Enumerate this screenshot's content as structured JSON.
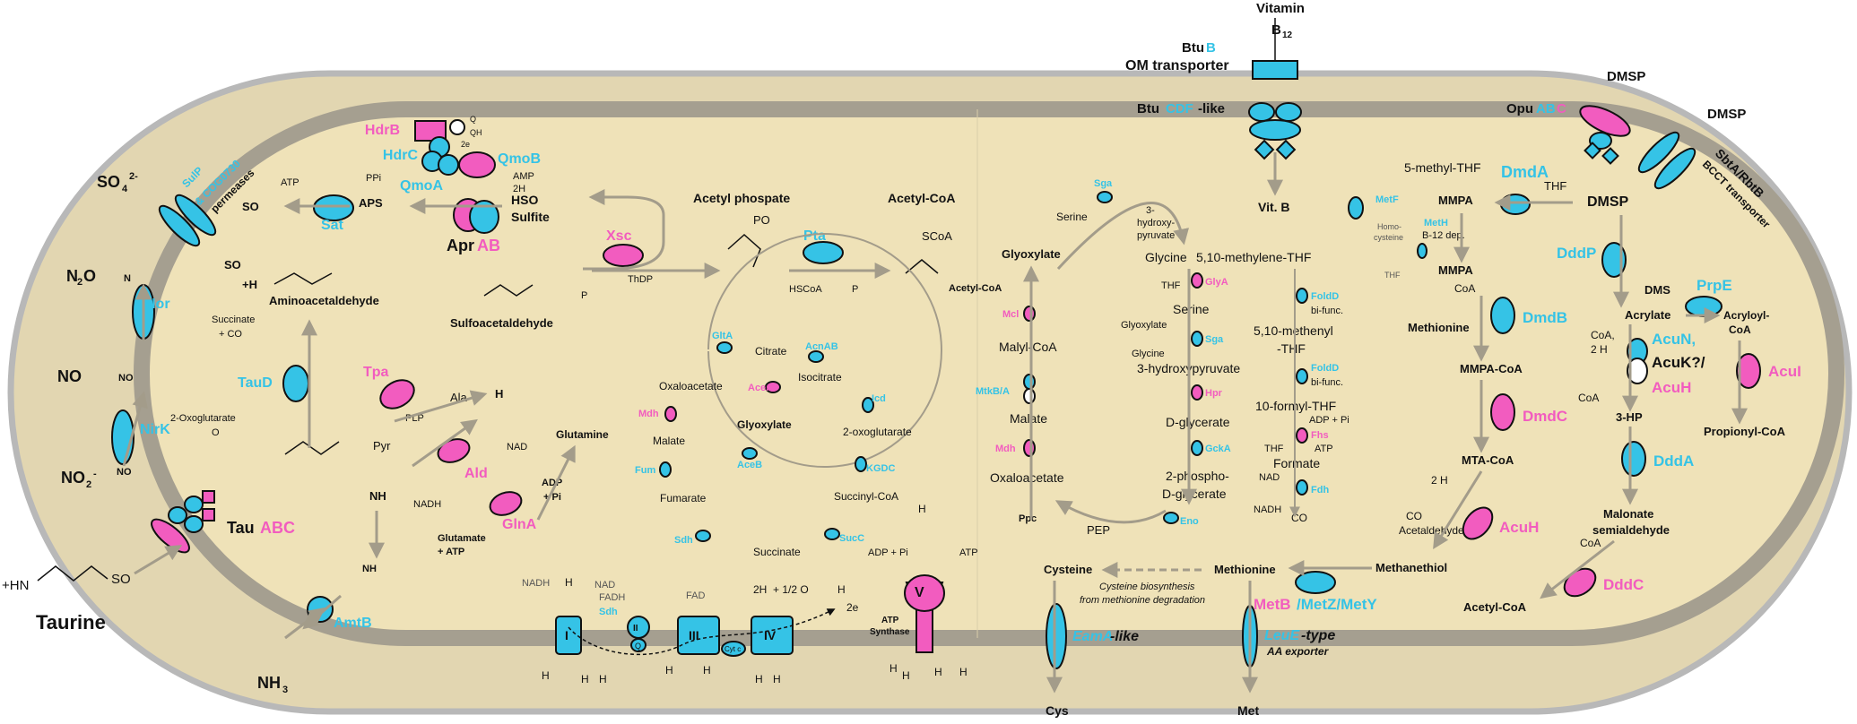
{
  "colors": {
    "cyan": "#35c3e6",
    "magenta": "#f25cbf",
    "membrane": "#a59f90",
    "cytoplasm": "#efe2b8",
    "outer": "#e3d7b2"
  },
  "outside": {
    "vitamin": "Vitamin",
    "b12_top": "B",
    "b12_sub": "12",
    "btub_a": "Btu",
    "btub_b": "B",
    "om_transporter": "OM transporter",
    "dmsp_top": "DMSP",
    "dmsp_right": "DMSP",
    "so4": "SO",
    "so4_sub": "4",
    "so4_sup": "2-",
    "n2o": "N",
    "n2o_sub": "2",
    "n2o_o": "O",
    "no": "NO",
    "no2": "NO",
    "no2_sub": "2",
    "no2_sup": "-",
    "nh3": "NH",
    "nh3_sub": "3",
    "taurine_label": "Taurine",
    "taurine_hn3": "+HN",
    "taurine_so3": "SO",
    "cys": "Cys",
    "met": "Met"
  },
  "transporters": {
    "sulp": "SulP",
    "cog": "& COG0730",
    "permeases": "permeases",
    "btucdf_a": "Btu",
    "btucdf_b": "CDF",
    "btucdf_c": "-like",
    "opu_a": "Opu",
    "opu_b": "AB",
    "opu_c": "C",
    "sbta": "SbtA/RbtB",
    "bcct": "BCCT transporter",
    "tau_a": "Tau",
    "tau_b": "ABC",
    "amtb": "AmtB",
    "eama": "EamA",
    "eama_like": "-like",
    "leue": "LeuE",
    "leue_type": "-type",
    "aa_exporter": "AA exporter",
    "atp_synthase_1": "ATP",
    "atp_synthase_2": "Synthase"
  },
  "sulfur": {
    "hdrb": "HdrB",
    "hdrc": "HdrC",
    "qmoa": "QmoA",
    "qmob": "QmoB",
    "apr_a": "Apr",
    "apr_b": "AB",
    "sat": "Sat",
    "aps": "APS",
    "ppi": "PPi",
    "atp": "ATP",
    "so4_in": "SO",
    "amp": "AMP",
    "two_h": "2H",
    "q": "Q",
    "qh2": "QH",
    "two_e": "2e",
    "hso3": "HSO",
    "sulfite": "Sulfite",
    "xsc": "Xsc",
    "thdp": "ThDP",
    "pi": "P",
    "aminoacetaldehyde": "Aminoacetaldehyde",
    "h3n_plus": "+H",
    "sulfoacetaldehyde": "Sulfoacetaldehyde",
    "acetyl_phosphate": "Acetyl phospate",
    "po3": "PO",
    "pta": "Pta",
    "hscoa": "HSCoA",
    "acetyl_coa": "Acetyl-CoA",
    "scoa": "SCoA",
    "acetyl_coa_small": "Acetyl-CoA"
  },
  "taurine_path": {
    "succinate": "Succinate",
    "co2": "+ CO",
    "taud": "TauD",
    "oxoglutarate": "2-Oxoglutarate",
    "o2": "O",
    "tpa": "Tpa",
    "plp": "PLP",
    "ala": "Ala",
    "pyr": "Pyr",
    "h2o": "H",
    "ald": "Ald",
    "nad": "NAD",
    "nadh": "NADH",
    "nh3": "NH",
    "glutamine": "Glutamine",
    "glna": "GlnA",
    "adp_pi_1": "ADP",
    "adp_pi_2": "+ Pi",
    "glutamate": "Glutamate",
    "atp_plus": "+ ATP",
    "nh3_low": "NH",
    "nor": "Nor",
    "nirk": "NirK",
    "n2o_in": "N",
    "no_in": "NO",
    "no2_in": "NO"
  },
  "tca": {
    "glta": "GltA",
    "citrate": "Citrate",
    "acnab": "AcnAB",
    "isocitrate": "Isocitrate",
    "oxaloacetate": "Oxaloacetate",
    "acea": "AceA",
    "icd": "Icd",
    "mdh": "Mdh",
    "glyoxylate": "Glyoxylate",
    "malate": "Malate",
    "oxoglutarate": "2-oxoglutarate",
    "aceb": "AceB",
    "fum": "Fum",
    "kgdc": "KGDC",
    "fumarate": "Fumarate",
    "succinyl_coa": "Succinyl-CoA",
    "sdh": "Sdh",
    "succ": "SucC",
    "succinate": "Succinate"
  },
  "etc": {
    "nadh": "NADH",
    "h_plus": "H",
    "nad": "NAD",
    "fadh2": "FADH",
    "sdh": "Sdh",
    "fad": "FAD",
    "two_h_o2": "2H",
    "half_o2": "+ 1/2 O",
    "h2o": "H",
    "two_e": "2e",
    "c1": "I",
    "c2": "II",
    "c3": "III",
    "c4": "IV",
    "q": "Q",
    "cytc": "Cyt c",
    "v": "V",
    "adp_pi": "ADP + Pi",
    "atp": "ATP",
    "h_top": "H"
  },
  "serine": {
    "sga": "Sga",
    "serine": "Serine",
    "hydroxypyruvate_1": "3-",
    "hydroxypyruvate_2": "hydroxy-",
    "hydroxypyruvate_3": "pyruvate",
    "glyoxylate": "Glyoxylate",
    "glycine": "Glycine",
    "methylene": "5,10-methylene-THF",
    "thf": "THF",
    "glya": "GlyA",
    "serine2": "Serine",
    "glyoxylate2": "Glyoxylate",
    "sga2": "Sga",
    "glycine2": "Glycine",
    "hydroxypyruvate": "3-hydroxypyruvate",
    "hpr": "Hpr",
    "dglycerate": "D-glycerate",
    "gcka": "GckA",
    "phospho_1": "2-phospho-",
    "phospho_2": "D-glycerate",
    "eno": "Eno",
    "pep": "PEP",
    "ppc": "Ppc",
    "oxaloacetate": "Oxaloacetate",
    "mdh": "Mdh",
    "malate": "Malate",
    "mtkba": "MtkB/A",
    "malyl_coa": "Malyl-CoA",
    "mcl": "Mcl",
    "glyoxylate_top": "Glyoxylate"
  },
  "folate": {
    "foldd1": "FoldD",
    "bifunc1": "bi-func.",
    "methenyl_1": "5,10-methenyl",
    "methenyl_2": "-THF",
    "foldd2": "FoldD",
    "bifunc2": "bi-func.",
    "formyl": "10-formyl-THF",
    "adp_pi": "ADP + Pi",
    "fhs": "Fhs",
    "thf": "THF",
    "atp": "ATP",
    "formate": "Formate",
    "nad": "NAD",
    "fdh": "Fdh",
    "nadh": "NADH",
    "co2": "CO"
  },
  "methionine": {
    "vitb12": "Vit. B",
    "metf": "MetF",
    "meth": "MetH",
    "b12dep": "B-12 dep.",
    "homocysteine_1": "Homo-",
    "homocysteine_2": "cysteine",
    "thf": "THF",
    "methionine": "Methionine",
    "methyl_thf": "5-methyl-THF",
    "dmda": "DmdA",
    "thf2": "THF",
    "mmpa": "MMPA",
    "dmsp": "DMSP",
    "mmpa2": "MMPA",
    "coa": "CoA",
    "dmdb": "DmdB",
    "mmpa_coa": "MMPA-CoA",
    "dmdc": "DmdC",
    "mta_coa": "MTA-CoA",
    "h2o_2": "2 H",
    "acuh": "AcuH",
    "co2_coa": "CO",
    "acetaldehyde": "Acetaldehyde",
    "methanethiol": "Methanethiol",
    "metb": "MetB",
    "metzy": "/MetZ/MetY",
    "cysteine": "Cysteine",
    "methionine2": "Methionine",
    "cys_bio_1": "Cysteine biosynthesis",
    "cys_bio_2": "from methionine degradation"
  },
  "dmsp_path": {
    "dddp": "DddP",
    "dms": "DMS",
    "prpe": "PrpE",
    "acrylate": "Acrylate",
    "acryloyl_1": "Acryloyl-",
    "acryloyl_2": "CoA",
    "coa": "CoA,",
    "h2o": "2 H",
    "acun": "AcuN,",
    "acuk": "AcuK?/",
    "acuh": "AcuH",
    "coa2": "CoA",
    "acui": "AcuI",
    "hp3": "3-HP",
    "propionyl": "Propionyl-CoA",
    "ddda": "DddA",
    "malonate_1": "Malonate",
    "malonate_2": "semialdehyde",
    "coa3": "CoA",
    "dddc": "DddC",
    "acetyl_coa": "Acetyl-CoA"
  }
}
